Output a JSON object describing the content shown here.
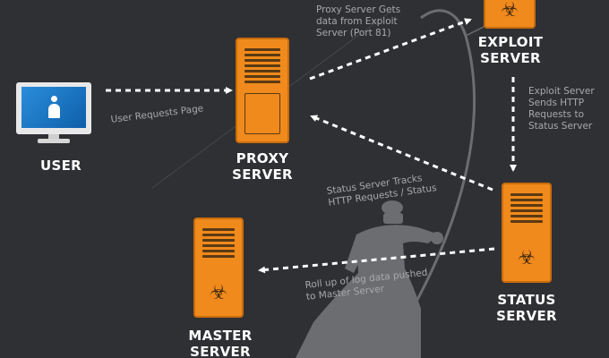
{
  "nodes": {
    "user": {
      "label": "USER",
      "icon": "computer-monitor-user-icon"
    },
    "proxy": {
      "label_line1": "PROXY",
      "label_line2": "SERVER",
      "icon": "server-tower-icon"
    },
    "exploit": {
      "label_line1": "EXPLOIT",
      "label_line2": "SERVER",
      "icon": "biohazard-server-icon"
    },
    "status": {
      "label_line1": "STATUS",
      "label_line2": "SERVER",
      "icon": "biohazard-server-icon"
    },
    "master": {
      "label_line1": "MASTER",
      "label_line2": "SERVER",
      "icon": "biohazard-server-icon"
    }
  },
  "annotations": {
    "user_requests": "User Requests Page",
    "proxy_gets": "Proxy Server Gets\ndata from Exploit\nServer (Port 81)",
    "exploit_sends": "Exploit Server\nSends HTTP\nRequests to\nStatus Server",
    "status_tracks": "Status Server Tracks\nHTTP Requests / Status",
    "rollup": "Roll up of log data pushed\nto Master Server"
  },
  "colors": {
    "background": "#2f3034",
    "server_orange": "#f08a1c",
    "arrow": "#ffffff",
    "annotation_text": "#a7a9ac",
    "silhouette": "#6b6d70"
  }
}
